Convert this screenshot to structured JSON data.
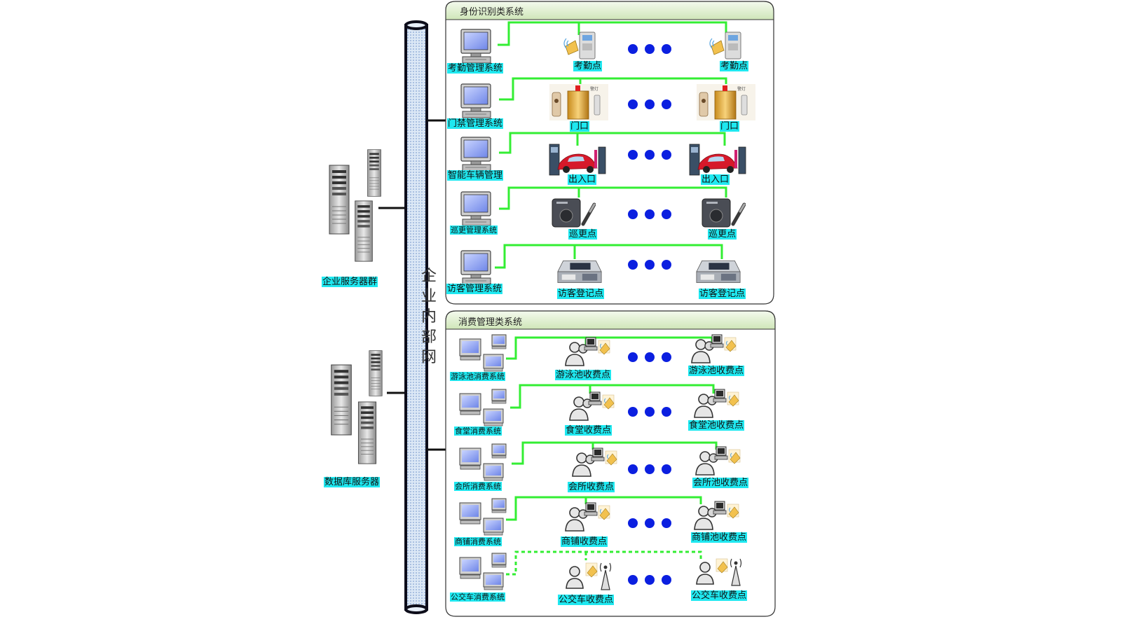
{
  "bus": {
    "chars": [
      "企",
      "业",
      "内",
      "部",
      "网"
    ]
  },
  "servers": [
    {
      "label": "企业服务器群"
    },
    {
      "label": "数据库服务器"
    }
  ],
  "sections": [
    {
      "title": "身份识别类系统",
      "rows": [
        {
          "system": "考勤管理系统",
          "left_point": "考勤点",
          "right_point": "考勤点"
        },
        {
          "system": "门禁管理系统",
          "left_point": "门口",
          "right_point": "门口"
        },
        {
          "system": "智能车辆管理",
          "left_point": "出入口",
          "right_point": "出入口"
        },
        {
          "system": "巡更管理系统",
          "left_point": "巡更点",
          "right_point": "巡更点"
        },
        {
          "system": "访客管理系统",
          "left_point": "访客登记点",
          "right_point": "访客登记点"
        }
      ]
    },
    {
      "title": "消费管理类系统",
      "rows": [
        {
          "system": "游泳池消费系统",
          "left_point": "游泳池收费点",
          "right_point": "游泳池收费点"
        },
        {
          "system": "食堂消费系统",
          "left_point": "食堂收费点",
          "right_point": "食堂池收费点"
        },
        {
          "system": "会所消费系统",
          "left_point": "会所收费点",
          "right_point": "会所池收费点"
        },
        {
          "system": "商铺消费系统",
          "left_point": "商铺收费点",
          "right_point": "商铺池收费点"
        },
        {
          "system": "公交车消费系统",
          "left_point": "公交车收费点",
          "right_point": "公交车收费点"
        }
      ]
    }
  ],
  "colors": {
    "link": "#33ee33",
    "dots": "#0b1fe0",
    "label_bg": "#1fe8f0",
    "section_header": "#e4f1d6",
    "bus": "#cfe0f4"
  }
}
